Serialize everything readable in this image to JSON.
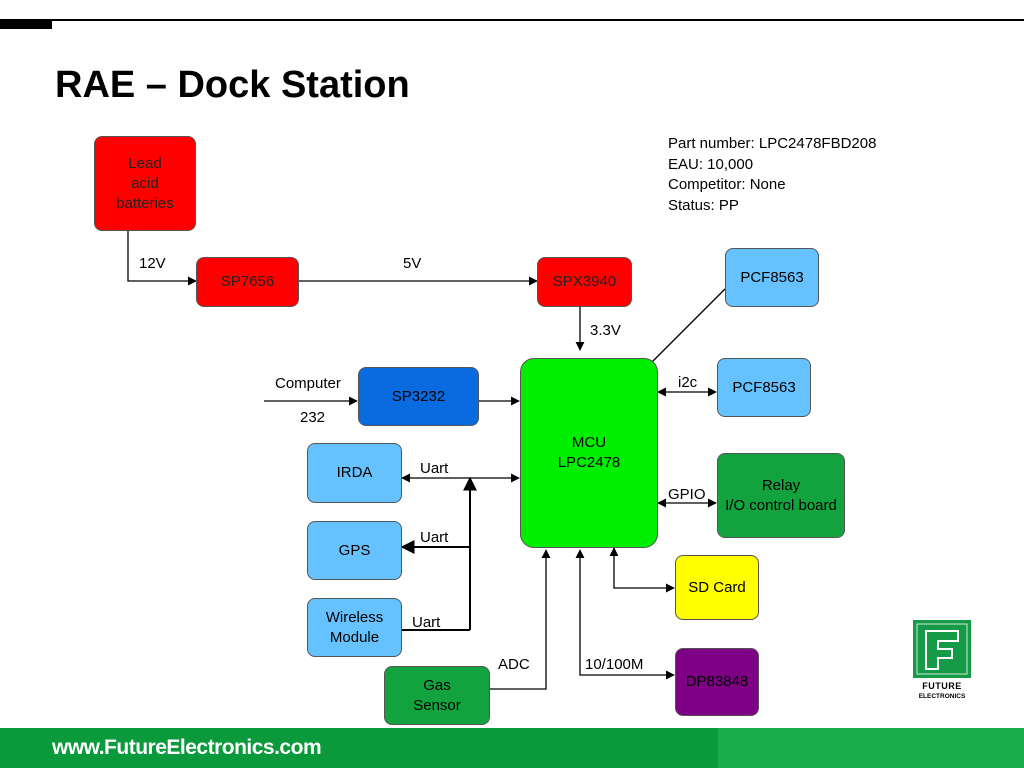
{
  "title": "RAE – Dock Station",
  "info": {
    "part_number": "Part number:  LPC2478FBD208",
    "eau": "EAU: 10,000",
    "competitor": "Competitor: None",
    "status": "Status: PP"
  },
  "blocks": {
    "lead_acid": "Lead\nacid\nbatteries",
    "sp7656": "SP7656",
    "spx3940": "SPX3940",
    "pcf8563_top": "PCF8563",
    "pcf8563_mid": "PCF8563",
    "sp3232": "SP3232",
    "mcu": "MCU\nLPC2478",
    "irda": "IRDA",
    "gps": "GPS",
    "wireless": "Wireless\nModule",
    "relay": "Relay\nI/O control board",
    "sd_card": "SD Card",
    "gas_sensor": "Gas\nSensor",
    "dp83848": "DP83848"
  },
  "labels": {
    "v12": "12V",
    "v5": "5V",
    "v33": "3.3V",
    "computer": "Computer",
    "rs232": "232",
    "i2c": "i2c",
    "uart1": "Uart",
    "uart2": "Uart",
    "uart3": "Uart",
    "gpio": "GPIO",
    "adc": "ADC",
    "eth": "10/100M"
  },
  "footer": {
    "url": "www.FutureElectronics.com",
    "logo_top": "FUTURE",
    "logo_bottom": "ELECTRONICS"
  },
  "colors": {
    "power_red": "#ff0000",
    "peripheral_light_blue": "#66c2ff",
    "transceiver_blue": "#0a6ae0",
    "mcu_green": "#00ee00",
    "io_dark_green": "#13a33e",
    "sd_yellow": "#ffff00",
    "phy_purple": "#7e0084",
    "footer_green": "#0a9a3c"
  }
}
